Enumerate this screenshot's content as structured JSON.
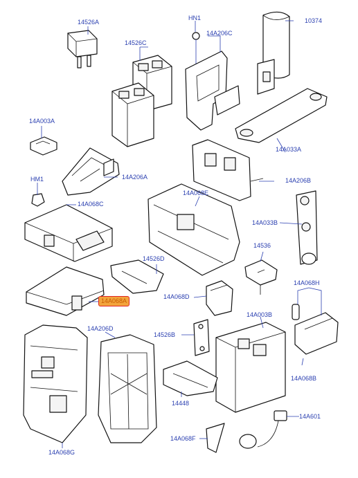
{
  "callouts": {
    "c14526A": "14526A",
    "cHN1": "HN1",
    "c10374": "10374",
    "c14526C": "14526C",
    "c14A206C": "14A206C",
    "c14A003A": "14A003A",
    "c14A033A": "14A033A",
    "c14A206A": "14A206A",
    "c14A206B": "14A206B",
    "cHM1": "HM1",
    "c14A068E": "14A068E",
    "c14A068C": "14A068C",
    "c14A033B": "14A033B",
    "c14536": "14536",
    "c14526D": "14526D",
    "c14A068H": "14A068H",
    "c14A068A": "14A068A",
    "c14A068D": "14A068D",
    "c14A003B": "14A003B",
    "c14A206D": "14A206D",
    "c14526B": "14526B",
    "c14A068B": "14A068B",
    "c14448": "14448",
    "c14A601": "14A601",
    "c14A068F": "14A068F",
    "c14A068G": "14A068G"
  },
  "highlight": {
    "label": "14A068A",
    "fill": "#f2a43c",
    "border": "#e02424"
  },
  "colors": {
    "callout_text": "#2a3fb0",
    "line_art": "#111111",
    "background": "#ffffff"
  }
}
